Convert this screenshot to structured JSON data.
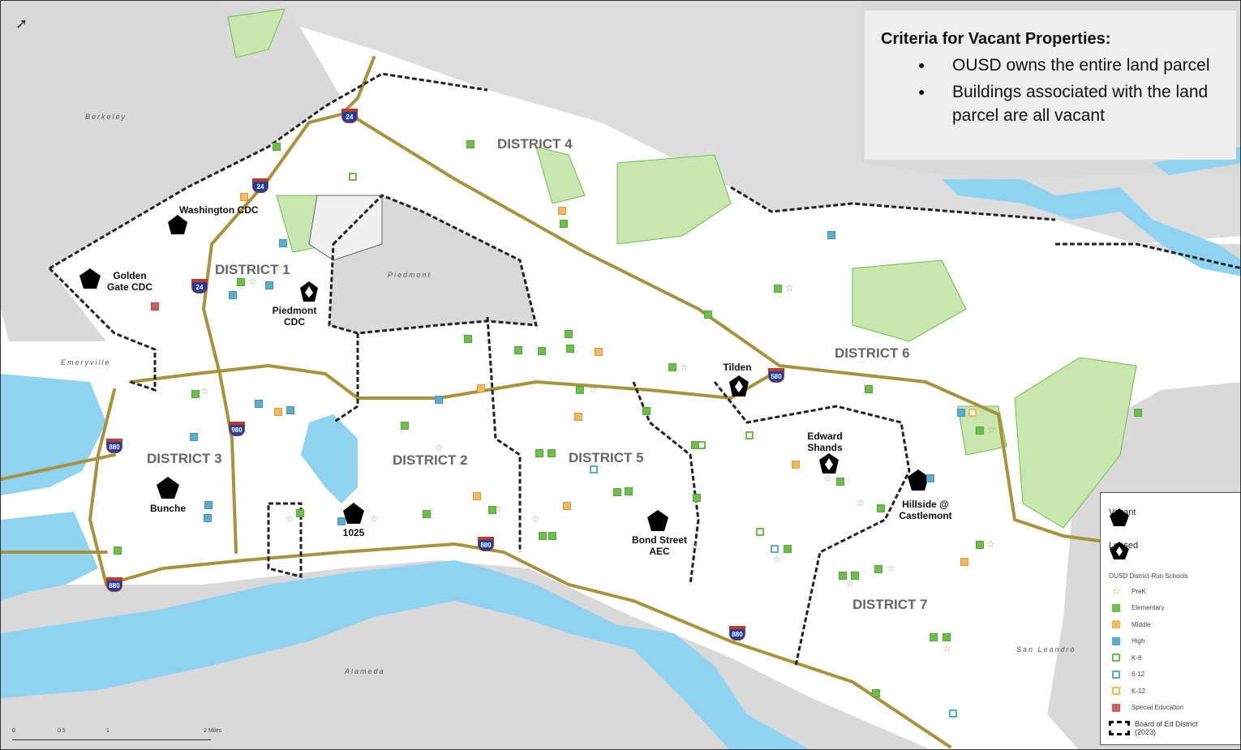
{
  "criteria": {
    "title": "Criteria for Vacant Properties:",
    "items": [
      "OUSD owns the entire land parcel",
      "Buildings associated with the land parcel are all vacant"
    ]
  },
  "districts": [
    "DISTRICT 1",
    "DISTRICT 2",
    "DISTRICT 3",
    "DISTRICT 4",
    "DISTRICT 5",
    "DISTRICT 6",
    "DISTRICT 7"
  ],
  "sites": {
    "washington": "Washington CDC",
    "golden_gate": "Golden Gate CDC",
    "piedmont": "Piedmont CDC",
    "tilden": "Tilden",
    "edward_shands": "Edward Shands",
    "hillside": "Hillside @ Castlemont",
    "bunche": "Bunche",
    "s1025": "1025",
    "bond_street": "Bond Street AEC"
  },
  "cities": {
    "berkeley": "Berkeley",
    "emeryville": "Emeryville",
    "piedmont": "Piedmont",
    "alameda": "Alameda",
    "san_leandro": "San Leandro"
  },
  "highways": [
    "24",
    "24",
    "24",
    "980",
    "880",
    "880",
    "880",
    "580",
    "880"
  ],
  "legend": {
    "vacant": "Vacant",
    "leased": "Leased",
    "schools_title": "OUSD District-Run Schools",
    "school_types": [
      {
        "label": "PreK",
        "color": "#8bc34a",
        "shape": "star"
      },
      {
        "label": "Elementary",
        "color": "#6cc04a",
        "shape": "filled"
      },
      {
        "label": "Middle",
        "color": "#f5b85a",
        "shape": "filled"
      },
      {
        "label": "High",
        "color": "#5aaecd",
        "shape": "filled"
      },
      {
        "label": "K-8",
        "color": "#6cc04a",
        "shape": "outline"
      },
      {
        "label": "6-12",
        "color": "#5aaecd",
        "shape": "outline"
      },
      {
        "label": "K-12",
        "color": "#f5b85a",
        "shape": "outline"
      },
      {
        "label": "Special Education",
        "color": "#c9625c",
        "shape": "filled"
      }
    ],
    "board_district": "Board of Ed District (2023)"
  },
  "scale_bar": {
    "labels": [
      "0",
      "0.5",
      "1",
      "2 Miles"
    ]
  },
  "colors": {
    "water": "#8fd3f0",
    "land_grey": "#d9d9d9",
    "park": "#6cc04a",
    "highway": "#a8923a"
  }
}
